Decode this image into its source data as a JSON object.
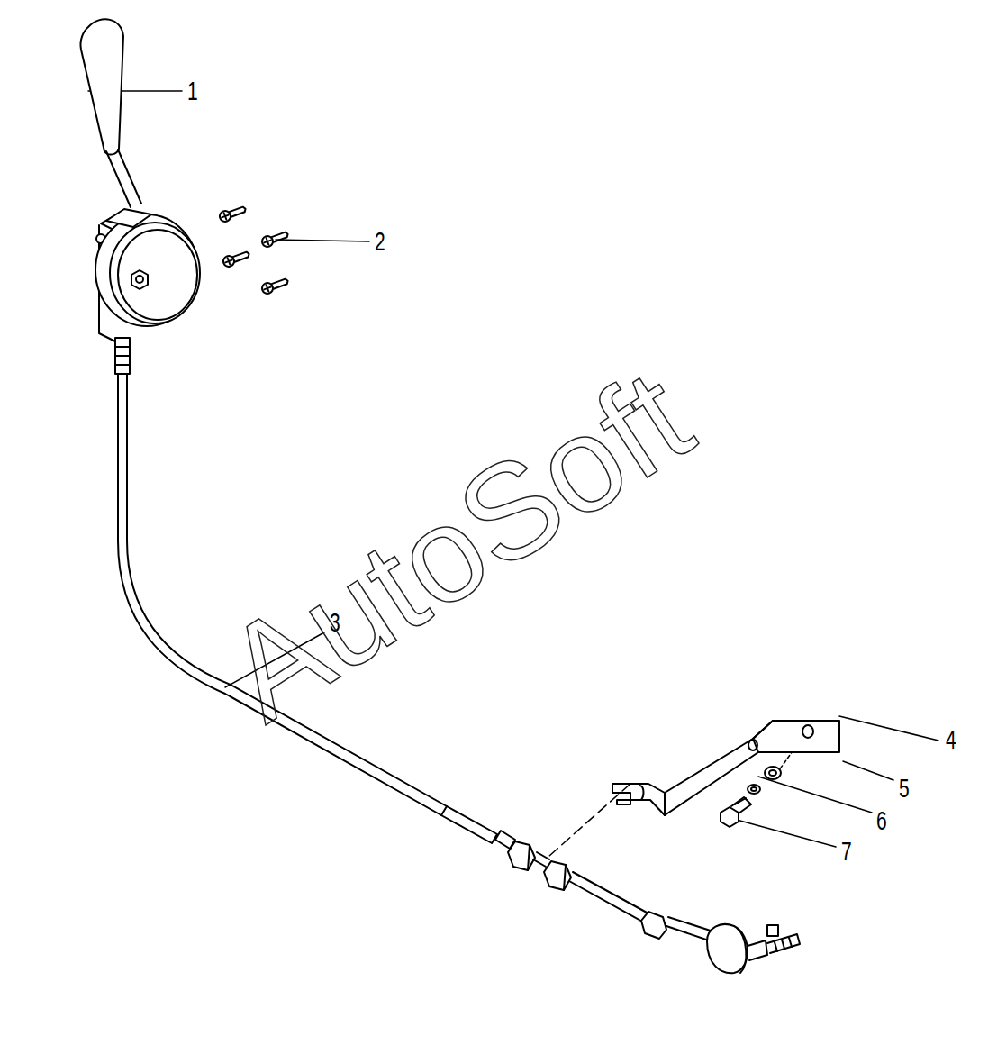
{
  "diagram": {
    "labels": [
      "1",
      "2",
      "3",
      "4",
      "5",
      "6",
      "7",
      "AutoSoft"
    ]
  }
}
